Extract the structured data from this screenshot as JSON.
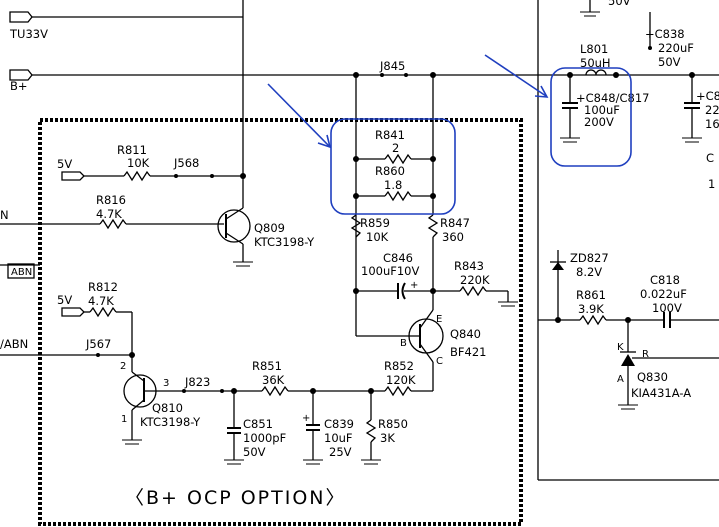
{
  "nets": {
    "tu33v": "TU33V",
    "bplus": "B+",
    "v5_top": "5V",
    "v5_left": "5V",
    "abn": "ABN",
    "abn2": "/ABN",
    "n_left": "N",
    "v50_top": "50V"
  },
  "title": "〈B+  OCP  OPTION〉",
  "parts": {
    "r811": {
      "ref": "R811",
      "val": "10K"
    },
    "j568": {
      "ref": "J568"
    },
    "r816": {
      "ref": "R816",
      "val": "4.7K"
    },
    "q809": {
      "ref": "Q809",
      "val": "KTC3198-Y"
    },
    "r812": {
      "ref": "R812",
      "val": "4.7K"
    },
    "j567": {
      "ref": "J567"
    },
    "q810": {
      "ref": "Q810",
      "val": "KTC3198-Y",
      "p1": "1",
      "p2": "2",
      "p3": "3"
    },
    "j823": {
      "ref": "J823"
    },
    "r851": {
      "ref": "R851",
      "val": "36K"
    },
    "r852": {
      "ref": "R852",
      "val": "120K"
    },
    "c851": {
      "ref": "C851",
      "val": "1000pF",
      "volt": "50V"
    },
    "c839": {
      "ref": "C839",
      "val": "10uF",
      "volt": "25V",
      "plus": "+"
    },
    "r850": {
      "ref": "R850",
      "val": "3K"
    },
    "j845": {
      "ref": "J845"
    },
    "r841": {
      "ref": "R841",
      "val": "2"
    },
    "r860": {
      "ref": "R860",
      "val": "1.8"
    },
    "r859": {
      "ref": "R859",
      "val": "10K"
    },
    "r847": {
      "ref": "R847",
      "val": "360"
    },
    "c846": {
      "ref": "C846",
      "val": "100uF10V",
      "plus": "+"
    },
    "r843": {
      "ref": "R843",
      "val": "220K"
    },
    "q840": {
      "ref": "Q840",
      "val": "BF421",
      "e": "E",
      "b": "B",
      "c": "C"
    },
    "c838": {
      "ref": "+C838",
      "val": "220uF",
      "volt": "50V"
    },
    "l801": {
      "ref": "L801",
      "val": "50uH"
    },
    "c848": {
      "ref": "+C848/C817",
      "val": "100uF",
      "volt": "200V"
    },
    "c8x": {
      "ref": "+C8",
      "val": "22",
      "volt": "16"
    },
    "cx": {
      "ref": "C",
      "val": "1"
    },
    "zd827": {
      "ref": "ZD827",
      "val": "8.2V"
    },
    "r861": {
      "ref": "R861",
      "val": "3.9K"
    },
    "c818": {
      "ref": "C818",
      "val": "0.022uF",
      "volt": "100V"
    },
    "q830": {
      "ref": "Q830",
      "val": "KIA431A-A",
      "k": "K",
      "r": "R",
      "a": "A"
    }
  }
}
